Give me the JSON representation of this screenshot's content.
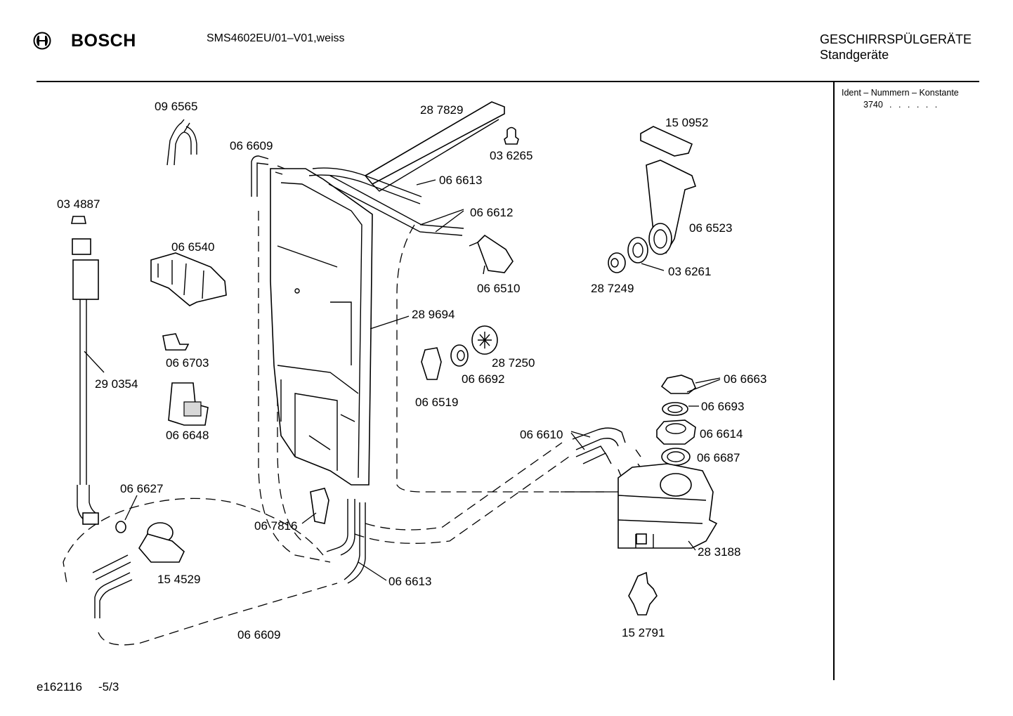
{
  "header": {
    "brand": "BOSCH",
    "model": "SMS4602EU/01–V01,weiss",
    "category_title": "GESCHIRRSPÜLGERÄTE",
    "category_subtitle": "Standgeräte"
  },
  "ident": {
    "title": "Ident – Nummern – Konstante",
    "value": "3740",
    "dots": ". . . . . ."
  },
  "footer": {
    "doc_id": "e162116",
    "page": "-5/3"
  },
  "parts": [
    "09 6565",
    "06 6609",
    "28 7829",
    "03 6265",
    "06 6613",
    "06 6612",
    "15 0952",
    "06 6523",
    "03 6261",
    "28 7249",
    "03 4887",
    "06 6540",
    "06 6510",
    "28 9694",
    "06 6703",
    "29 0354",
    "06 6648",
    "28 7250",
    "06 6692",
    "06 6519",
    "06 6663",
    "06 6693",
    "06 6614",
    "06 6610",
    "06 6687",
    "06 6627",
    "06 7816",
    "15 4529",
    "06 6613",
    "28 3188",
    "06 6609",
    "15 2791"
  ],
  "icons": {
    "logo": "bosch-armature-icon"
  }
}
